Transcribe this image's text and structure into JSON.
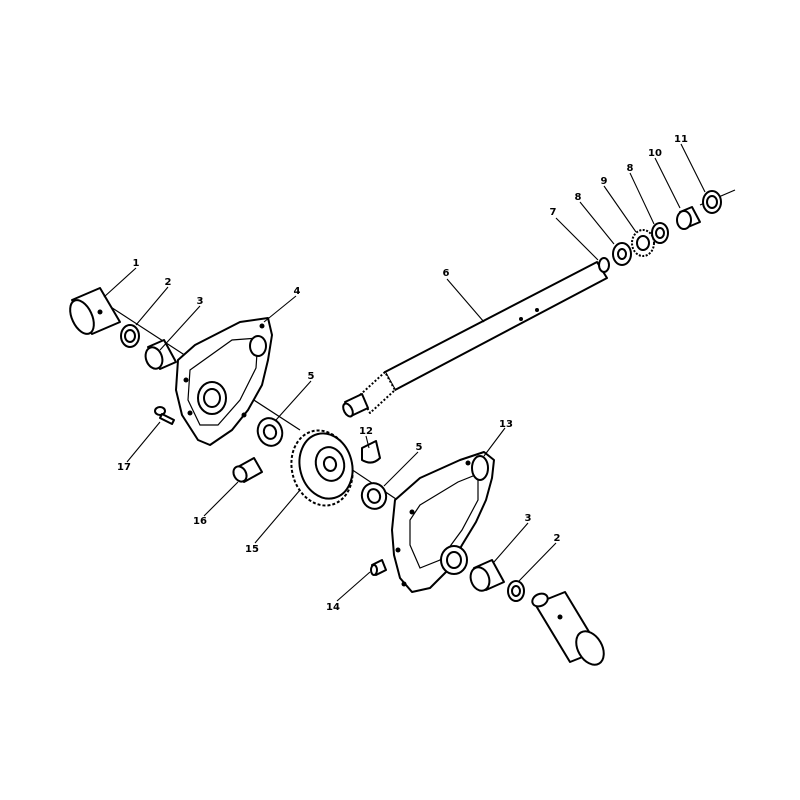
{
  "diagram": {
    "callouts": [
      {
        "id": "c1",
        "text": "1"
      },
      {
        "id": "c2a",
        "text": "2"
      },
      {
        "id": "c3a",
        "text": "3"
      },
      {
        "id": "c4",
        "text": "4"
      },
      {
        "id": "c5a",
        "text": "5"
      },
      {
        "id": "c6",
        "text": "6"
      },
      {
        "id": "c7",
        "text": "7"
      },
      {
        "id": "c8a",
        "text": "8"
      },
      {
        "id": "c9",
        "text": "9"
      },
      {
        "id": "c8b",
        "text": "8"
      },
      {
        "id": "c10",
        "text": "10"
      },
      {
        "id": "c11",
        "text": "11"
      },
      {
        "id": "c12",
        "text": "12"
      },
      {
        "id": "c5b",
        "text": "5"
      },
      {
        "id": "c13",
        "text": "13"
      },
      {
        "id": "c3b",
        "text": "3"
      },
      {
        "id": "c2b",
        "text": "2"
      },
      {
        "id": "c14",
        "text": "14"
      },
      {
        "id": "c15",
        "text": "15"
      },
      {
        "id": "c16",
        "text": "16"
      },
      {
        "id": "c17",
        "text": "17"
      }
    ]
  }
}
